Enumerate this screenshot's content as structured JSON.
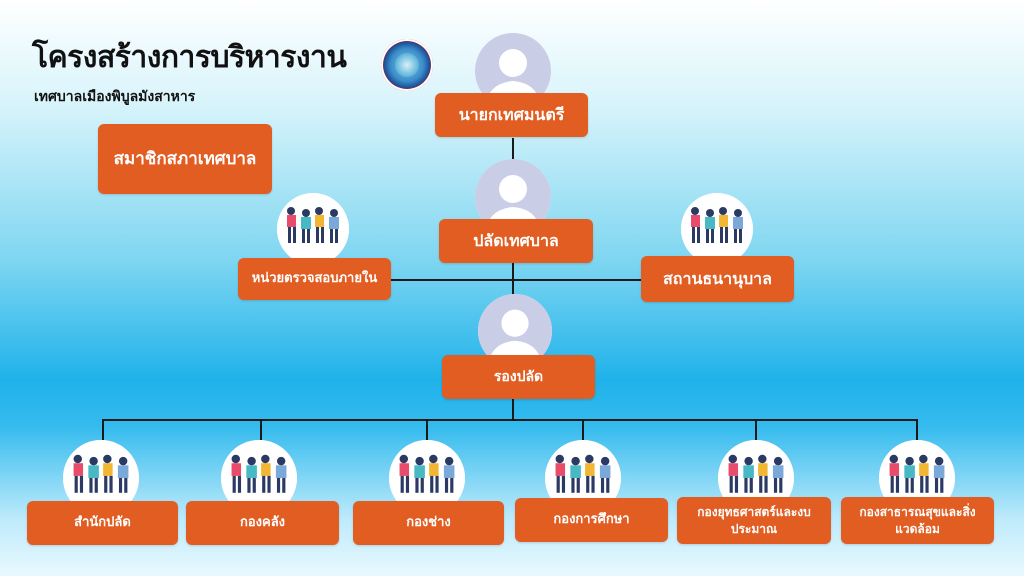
{
  "header": {
    "title": "โครงสร้างการบริหารงาน",
    "subtitle": "เทศบาลเมืองพิบูลมังสาหาร"
  },
  "nodes": {
    "council": "สมาชิกสภาเทศบาล",
    "mayor": "นายกเทศมนตรี",
    "clerk": "ปลัดเทศบาล",
    "internal_audit": "หน่วยตรวจสอบภายใน",
    "pawnshop": "สถานธนานุบาล",
    "deputy_clerk": "รองปลัด",
    "departments": [
      "สำนักปลัด",
      "กองคลัง",
      "กองช่าง",
      "กองการศึกษา",
      "กองยุทธศาสตร์และงบประมาณ",
      "กองสาธารณสุขและสิ่งแวดล้อม"
    ]
  },
  "colors": {
    "box": "#e15d22",
    "line": "#1a1a1a",
    "avatar_bg": "#c9cde6"
  },
  "icons": [
    "person-avatar-icon",
    "team-people-icon",
    "municipality-logo-icon"
  ]
}
